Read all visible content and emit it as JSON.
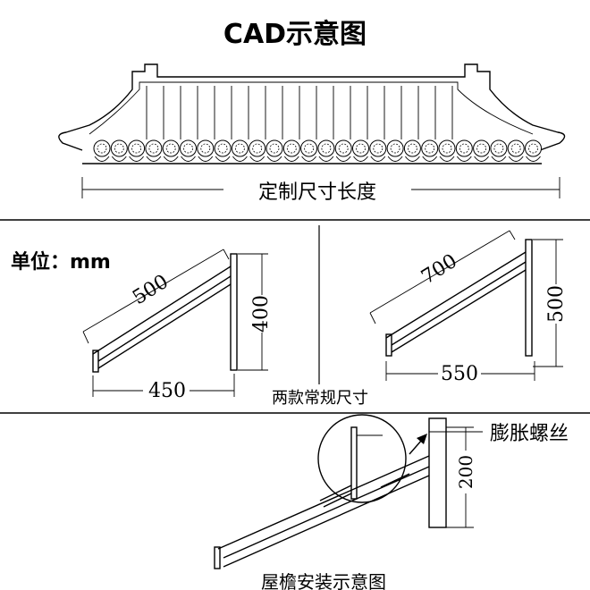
{
  "title": "CAD示意图",
  "top_panel": {
    "length_label": "定制尺寸长度"
  },
  "unit_label": "单位：mm",
  "left_bracket": {
    "diagonal": "500",
    "vertical": "400",
    "horizontal": "450"
  },
  "right_bracket": {
    "diagonal": "700",
    "vertical": "500",
    "horizontal": "550"
  },
  "middle_caption": "两款常规尺寸",
  "install": {
    "bolt_label": "膨胀螺丝",
    "height": "200",
    "caption": "屋檐安装示意图"
  }
}
